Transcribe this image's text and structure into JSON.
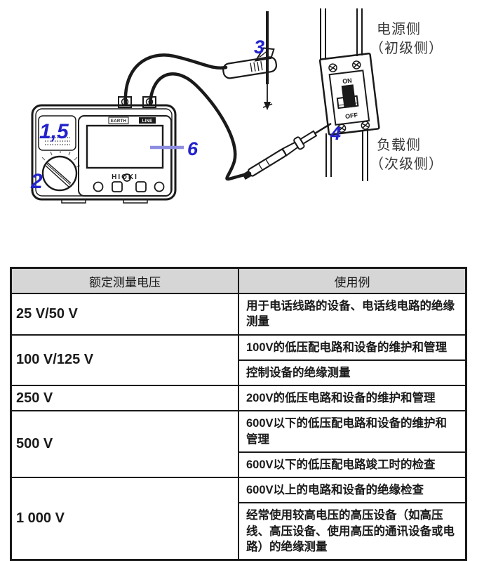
{
  "diagram": {
    "callouts": {
      "display_panel_15": "1,5",
      "rotary_switch_2": "2",
      "clip_3": "3",
      "probe_4": "4",
      "display_6": "6"
    },
    "labels": {
      "source_side_line1": "电源侧",
      "source_side_line2": "（初级侧）",
      "load_side_line1": "负载侧",
      "load_side_line2": "（次级侧）"
    },
    "device": {
      "brand": "HIOKI",
      "terminal_earth": "EARTH",
      "terminal_line": "LINE",
      "breaker_on": "ON",
      "breaker_off": "OFF"
    },
    "colors": {
      "callout_blue": "#2222cc",
      "pointer_line": "#8c8ce0",
      "line_art": "#1a1a1a",
      "label_text": "#3a3a3a",
      "table_header_bg": "#d6d6d6"
    }
  },
  "table": {
    "headers": {
      "voltage": "额定测量电压",
      "usage": "使用例"
    },
    "rows": [
      {
        "voltage": "25 V/50 V",
        "uses": [
          "用于电话线路的设备、电话线电路的绝缘测量"
        ]
      },
      {
        "voltage": "100 V/125 V",
        "uses": [
          "100V的低压配电路和设备的维护和管理",
          "控制设备的绝缘测量"
        ]
      },
      {
        "voltage": "250 V",
        "uses": [
          "200V的低压电路和设备的维护和管理"
        ]
      },
      {
        "voltage": "500 V",
        "uses": [
          "600V以下的低压配电路和设备的维护和管理",
          "600V以下的低压配电路竣工时的检查"
        ]
      },
      {
        "voltage": "1 000 V",
        "uses": [
          "600V以上的电路和设备的绝缘检查",
          "经常使用较高电压的高压设备（如高压线、高压设备、使用高压的通讯设备或电路）的绝缘测量"
        ]
      }
    ]
  }
}
